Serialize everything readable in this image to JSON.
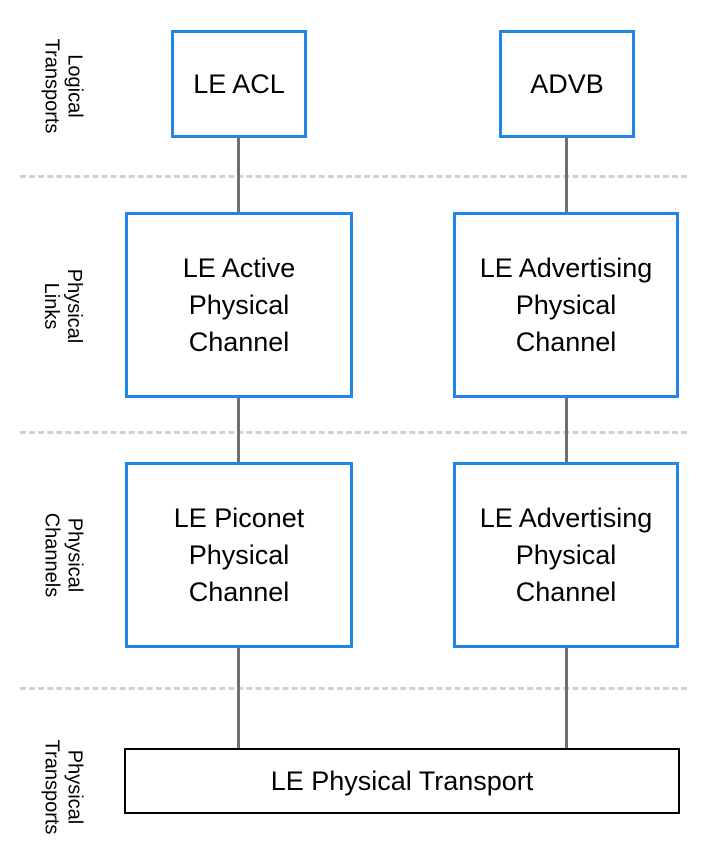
{
  "colors": {
    "box_border": "#2187e6",
    "connector": "#707070",
    "separator": "#d0d0d0",
    "transport_border": "#000000"
  },
  "layers": {
    "logical_transports": "Logical\nTransports",
    "physical_links": "Physical\nLinks",
    "physical_channels": "Physical\nChannels",
    "physical_transports": "Physical\nTransports"
  },
  "nodes": {
    "le_acl": "LE ACL",
    "advb": "ADVB",
    "le_active_physical_channel": "LE Active\nPhysical\nChannel",
    "le_advertising_physical_channel_link": "LE Advertising\nPhysical\nChannel",
    "le_piconet_physical_channel": "LE Piconet\nPhysical\nChannel",
    "le_advertising_physical_channel": "LE Advertising\nPhysical\nChannel"
  },
  "transport": "LE Physical Transport"
}
